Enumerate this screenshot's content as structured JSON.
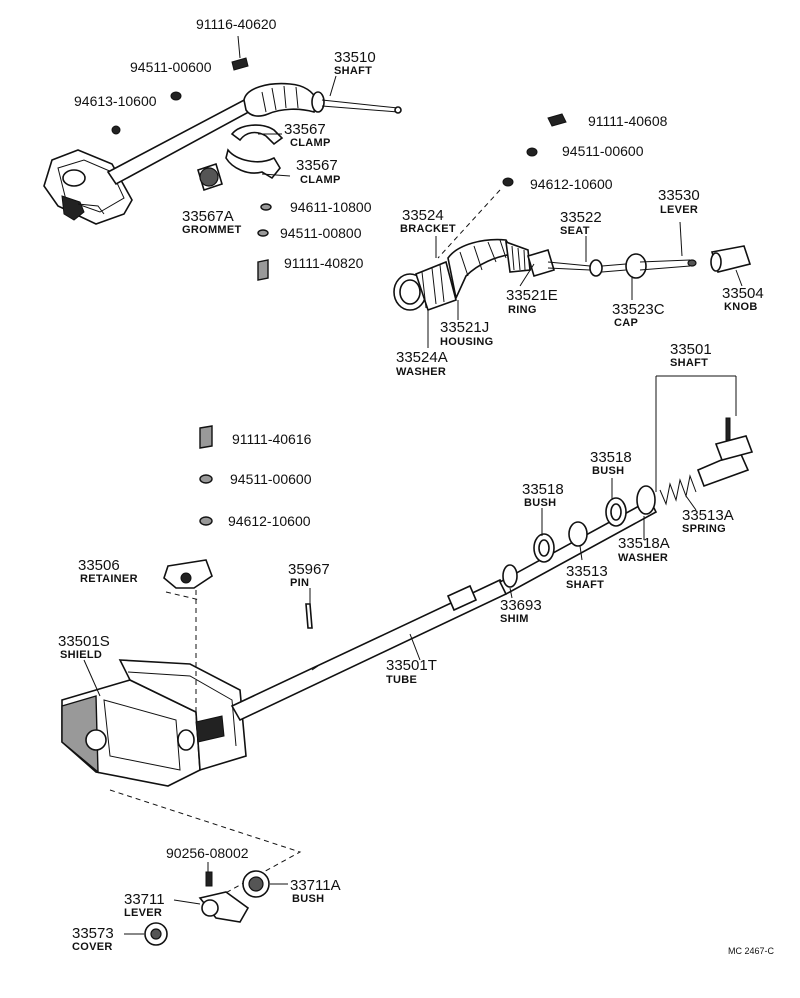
{
  "labels": {
    "l_91116_40620": {
      "num": "91116-40620"
    },
    "l_94511_00600_a": {
      "num": "94511-00600"
    },
    "l_94613_10600": {
      "num": "94613-10600"
    },
    "l_33510": {
      "num": "33510",
      "name": "SHAFT"
    },
    "l_33567_a": {
      "num": "33567",
      "name": "CLAMP"
    },
    "l_33567_b": {
      "num": "33567",
      "name": "CLAMP"
    },
    "l_33567A": {
      "num": "33567A",
      "name": "GROMMET"
    },
    "l_94611_10800": {
      "num": "94611-10800"
    },
    "l_94511_00800": {
      "num": "94511-00800"
    },
    "l_91111_40820": {
      "num": "91111-40820"
    },
    "l_91111_40608": {
      "num": "91111-40608"
    },
    "l_94511_00600_b": {
      "num": "94511-00600"
    },
    "l_94612_10600_a": {
      "num": "94612-10600"
    },
    "l_33530": {
      "num": "33530",
      "name": "LEVER"
    },
    "l_33524": {
      "num": "33524",
      "name": "BRACKET"
    },
    "l_33522": {
      "num": "33522",
      "name": "SEAT"
    },
    "l_33521E": {
      "num": "33521E",
      "name": "RING"
    },
    "l_33504": {
      "num": "33504",
      "name": "KNOB"
    },
    "l_33523C": {
      "num": "33523C",
      "name": "CAP"
    },
    "l_33521J": {
      "num": "33521J",
      "name": "HOUSING"
    },
    "l_33524A": {
      "num": "33524A",
      "name": "WASHER"
    },
    "l_33501": {
      "num": "33501",
      "name": "SHAFT"
    },
    "l_91111_40616": {
      "num": "91111-40616"
    },
    "l_94511_00600_c": {
      "num": "94511-00600"
    },
    "l_94612_10600_b": {
      "num": "94612-10600"
    },
    "l_33518_a": {
      "num": "33518",
      "name": "BUSH"
    },
    "l_33518_b": {
      "num": "33518",
      "name": "BUSH"
    },
    "l_33513A": {
      "num": "33513A",
      "name": "SPRING"
    },
    "l_33518A": {
      "num": "33518A",
      "name": "WASHER"
    },
    "l_33513": {
      "num": "33513",
      "name": "SHAFT"
    },
    "l_33506": {
      "num": "33506",
      "name": "RETAINER"
    },
    "l_35967": {
      "num": "35967",
      "name": "PIN"
    },
    "l_33693": {
      "num": "33693",
      "name": "SHIM"
    },
    "l_33501S": {
      "num": "33501S",
      "name": "SHIELD"
    },
    "l_33501T": {
      "num": "33501T",
      "name": "TUBE"
    },
    "l_90256_08002": {
      "num": "90256-08002"
    },
    "l_33711": {
      "num": "33711",
      "name": "LEVER"
    },
    "l_33711A": {
      "num": "33711A",
      "name": "BUSH"
    },
    "l_33573": {
      "num": "33573",
      "name": "COVER"
    }
  },
  "diagram_code": "MC 2467-C"
}
